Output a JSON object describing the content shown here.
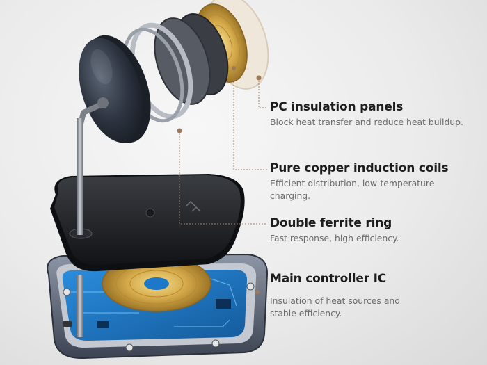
{
  "features": [
    {
      "title": "PC insulation panels",
      "desc": "Block heat transfer and reduce heat buildup."
    },
    {
      "title": "Pure copper induction coils",
      "desc": "Efficient distribution, low-temperature charging."
    },
    {
      "title": "Double ferrite ring",
      "desc": "Fast response, high efficiency."
    },
    {
      "title": "Main controller IC",
      "desc": "Insulation of heat sources and stable efficiency."
    }
  ],
  "colors": {
    "accent_line": "#a08266",
    "title_text": "#1d1d1d",
    "desc_text": "#6b6b6b",
    "pcb_blue": "#1e78c8",
    "copper": "#d4a94a"
  }
}
